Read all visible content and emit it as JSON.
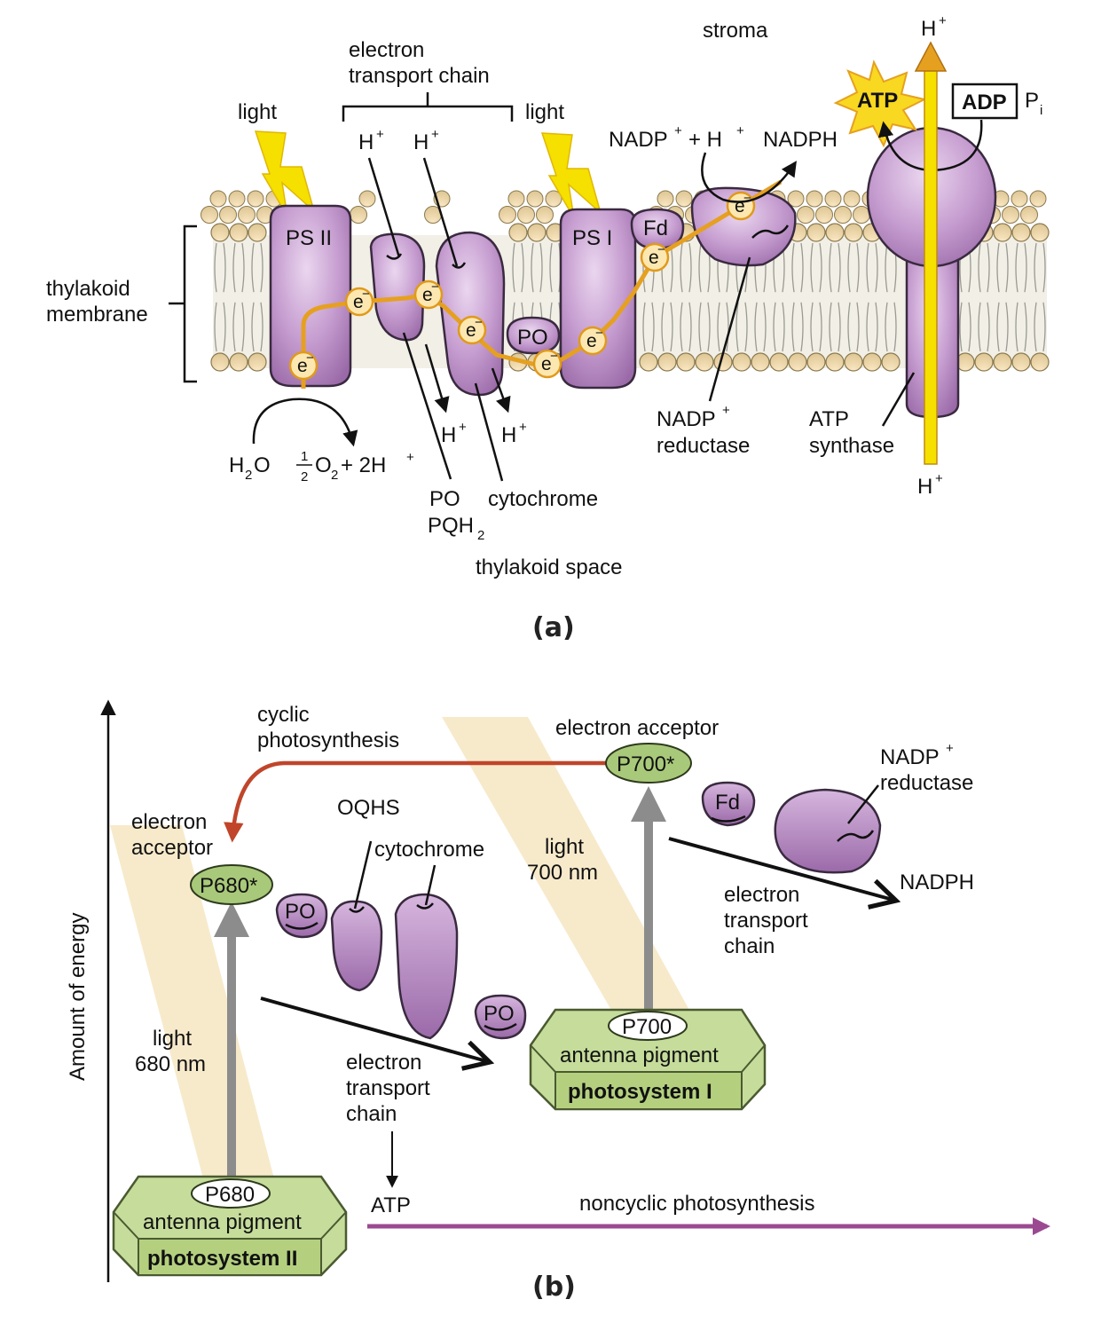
{
  "panel_a": {
    "caption": "(a)",
    "stroma": "stroma",
    "etc_line1": "electron",
    "etc_line2": "transport chain",
    "light_left": "light",
    "light_right": "light",
    "thylakoid_line1": "thylakoid",
    "thylakoid_line2": "membrane",
    "ps2": "PS II",
    "ps1": "PS I",
    "fd": "Fd",
    "po": "PO",
    "electron": "e",
    "h_plus": "H",
    "plus_sign": "+",
    "minus_sign": "−",
    "nadp_eq_nadp": "NADP",
    "nadp_eq_plus": " + H",
    "nadph": "NADPH",
    "atp": "ATP",
    "adp": "ADP",
    "pi": "P",
    "pi_sub": "i",
    "h2o": "H",
    "h2o_sub": "2",
    "h2o_o": "O",
    "half_num": "1",
    "half_den": "2",
    "o2": "O",
    "o2_sub": "2",
    "o2_rest": " + 2H",
    "po_label": "PO",
    "pqh_label": "PQH",
    "pqh_sub": "2",
    "cytochrome": "cytochrome",
    "nadp_red_line1": "NADP",
    "nadp_red_line2": "reductase",
    "atp_syn_line1": "ATP",
    "atp_syn_line2": "synthase",
    "thylakoid_space": "thylakoid space"
  },
  "panel_b": {
    "caption": "(b)",
    "y_axis": "Amount of energy",
    "cyclic_line1": "cyclic",
    "cyclic_line2": "photosynthesis",
    "acceptor_top": "electron acceptor",
    "acceptor_left_line1": "electron",
    "acceptor_left_line2": "acceptor",
    "p700_star": "P700*",
    "p680_star": "P680*",
    "oqhs": "OQHS",
    "cytochrome": "cytochrome",
    "po": "PO",
    "fd": "Fd",
    "nadp_line1": "NADP",
    "nadp_plus": "+",
    "nadp_line2": "reductase",
    "nadph": "NADPH",
    "light700_line1": "light",
    "light700_line2": "700 nm",
    "light680_line1": "light",
    "light680_line2": "680 nm",
    "etc1_line1": "electron",
    "etc1_line2": "transport",
    "etc1_line3": "chain",
    "etc2_line1": "electron",
    "etc2_line2": "transport",
    "etc2_line3": "chain",
    "p700": "P700",
    "p680": "P680",
    "antenna": "antenna pigment",
    "ps1": "photosystem I",
    "ps2": "photosystem II",
    "atp": "ATP",
    "noncyclic": "noncyclic photosynthesis"
  },
  "colors": {
    "protein": "#b98bc4",
    "electron_path": "#e6a020",
    "lightning": "#f5e000",
    "cyclic_arrow": "#c0452a",
    "noncyclic_arrow": "#9b4a92",
    "photosystem_green": "#c5dc9b",
    "light_beam": "#f6e6c2",
    "energy_arrow": "#8c8c8c"
  }
}
